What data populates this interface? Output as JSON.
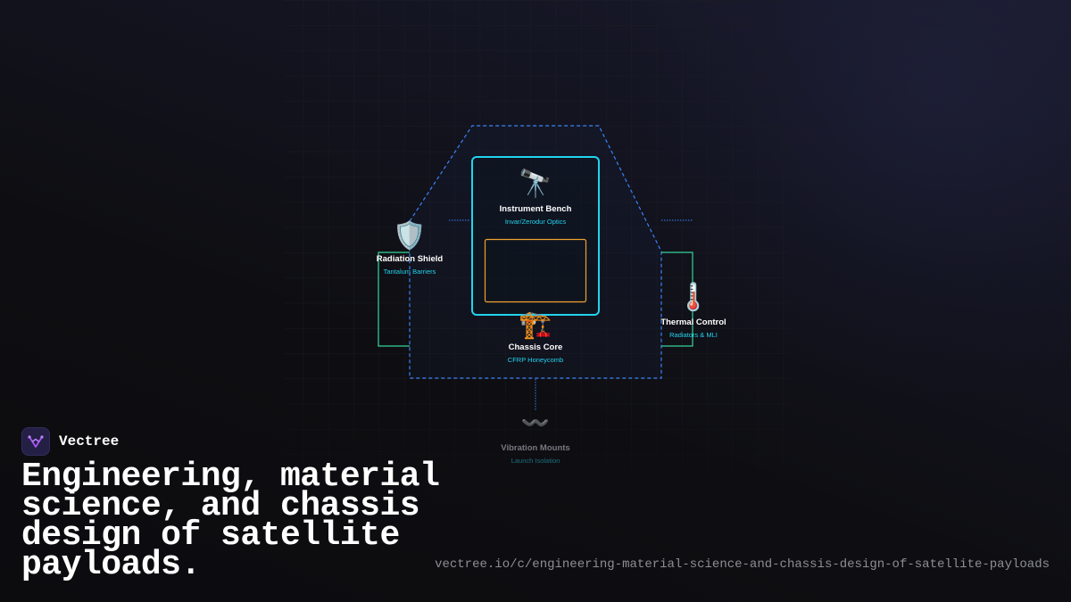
{
  "brand": {
    "name": "Vectree",
    "logo_icon": "vectree-logo-icon"
  },
  "headline": "Engineering, material science, and chassis design of satellite payloads.",
  "url": "vectree.io/c/engineering-material-science-and-chassis-design-of-satellite-payloads",
  "colors": {
    "background": "#0e0e12",
    "accent_cyan": "#22d3ee",
    "accent_orange": "#f0a030",
    "accent_teal": "#34d399",
    "dashed_blue": "#3b82f6"
  },
  "diagram": {
    "nodes": [
      {
        "id": "instrument",
        "icon": "telescope-icon",
        "glyph": "🔭",
        "title": "Instrument Bench",
        "subtitle": "Invar/Zerodur Optics"
      },
      {
        "id": "shield",
        "icon": "shield-icon",
        "glyph": "🛡️",
        "title": "Radiation Shield",
        "subtitle": "Tantalum Barriers"
      },
      {
        "id": "chassis",
        "icon": "crane-icon",
        "glyph": "🏗️",
        "title": "Chassis Core",
        "subtitle": "CFRP Honeycomb"
      },
      {
        "id": "thermal",
        "icon": "thermometer-icon",
        "glyph": "🌡️",
        "title": "Thermal Control",
        "subtitle": "Radiators & MLI"
      },
      {
        "id": "vibration",
        "icon": "wave-icon",
        "glyph": "〰️",
        "title": "Vibration Mounts",
        "subtitle": "Launch Isolation"
      }
    ]
  }
}
